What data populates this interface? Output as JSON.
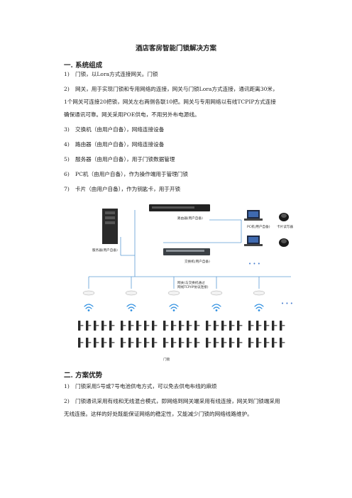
{
  "doc": {
    "title": "酒店客房智能门锁解决方案",
    "section1": "一. 系统组成",
    "items": [
      {
        "num": "1)",
        "text": "门锁，以Lora方式连接网关。门锁"
      },
      {
        "num": "2)",
        "text": "网关，用于实现门锁和专用网络的连接，网关与门锁Lora方式连接，通讯距离30米，"
      },
      {
        "num": "3)",
        "text": "交换机（由用户自备），网络连接设备"
      },
      {
        "num": "4)",
        "text": "路由器（由用户自备），网络连接设备"
      },
      {
        "num": "5)",
        "text": "服务器（由用户自备），用于门锁数据管理"
      },
      {
        "num": "6)",
        "text": "PC机（由用户自备），作为操作端用于管理门锁"
      },
      {
        "num": "7)",
        "text": "卡片（由用户自备），作为钥匙卡，用于开锁"
      }
    ],
    "item2_cont1": "1个网关可连接20把锁，网关左右两侧各联10把。网关与专用网络以有线TCPIP方式连接",
    "item2_cont2": "确保通讯可靠。网关采用POE供电，不用另外布电源线。",
    "section2": "二. 方案优势",
    "adv": [
      {
        "num": "1)",
        "text": "门锁采用5号或7号电池供电方式，可以免去供电布线的麻烦"
      },
      {
        "num": "2)",
        "text": "门锁通讯采用有线和无线混合模式，即网络到网关端采用有线连接，网关到门锁端采用"
      }
    ],
    "adv2_cont": "无线连接。这样的好处既能保证网络的稳定性，又能减少门锁的网络线路维护。"
  },
  "diagram": {
    "router": "路由器(用户自备)",
    "pc": "PC机(用户自备)",
    "card_reader": "卡片读写器",
    "switch": "交换机(用户自备)",
    "server": "服务器(用户自备)",
    "gateway1": "网关(与交换机通过",
    "gateway2": "网线TCP/IP协议连接)",
    "lock": "门锁",
    "dots": "• • •"
  }
}
